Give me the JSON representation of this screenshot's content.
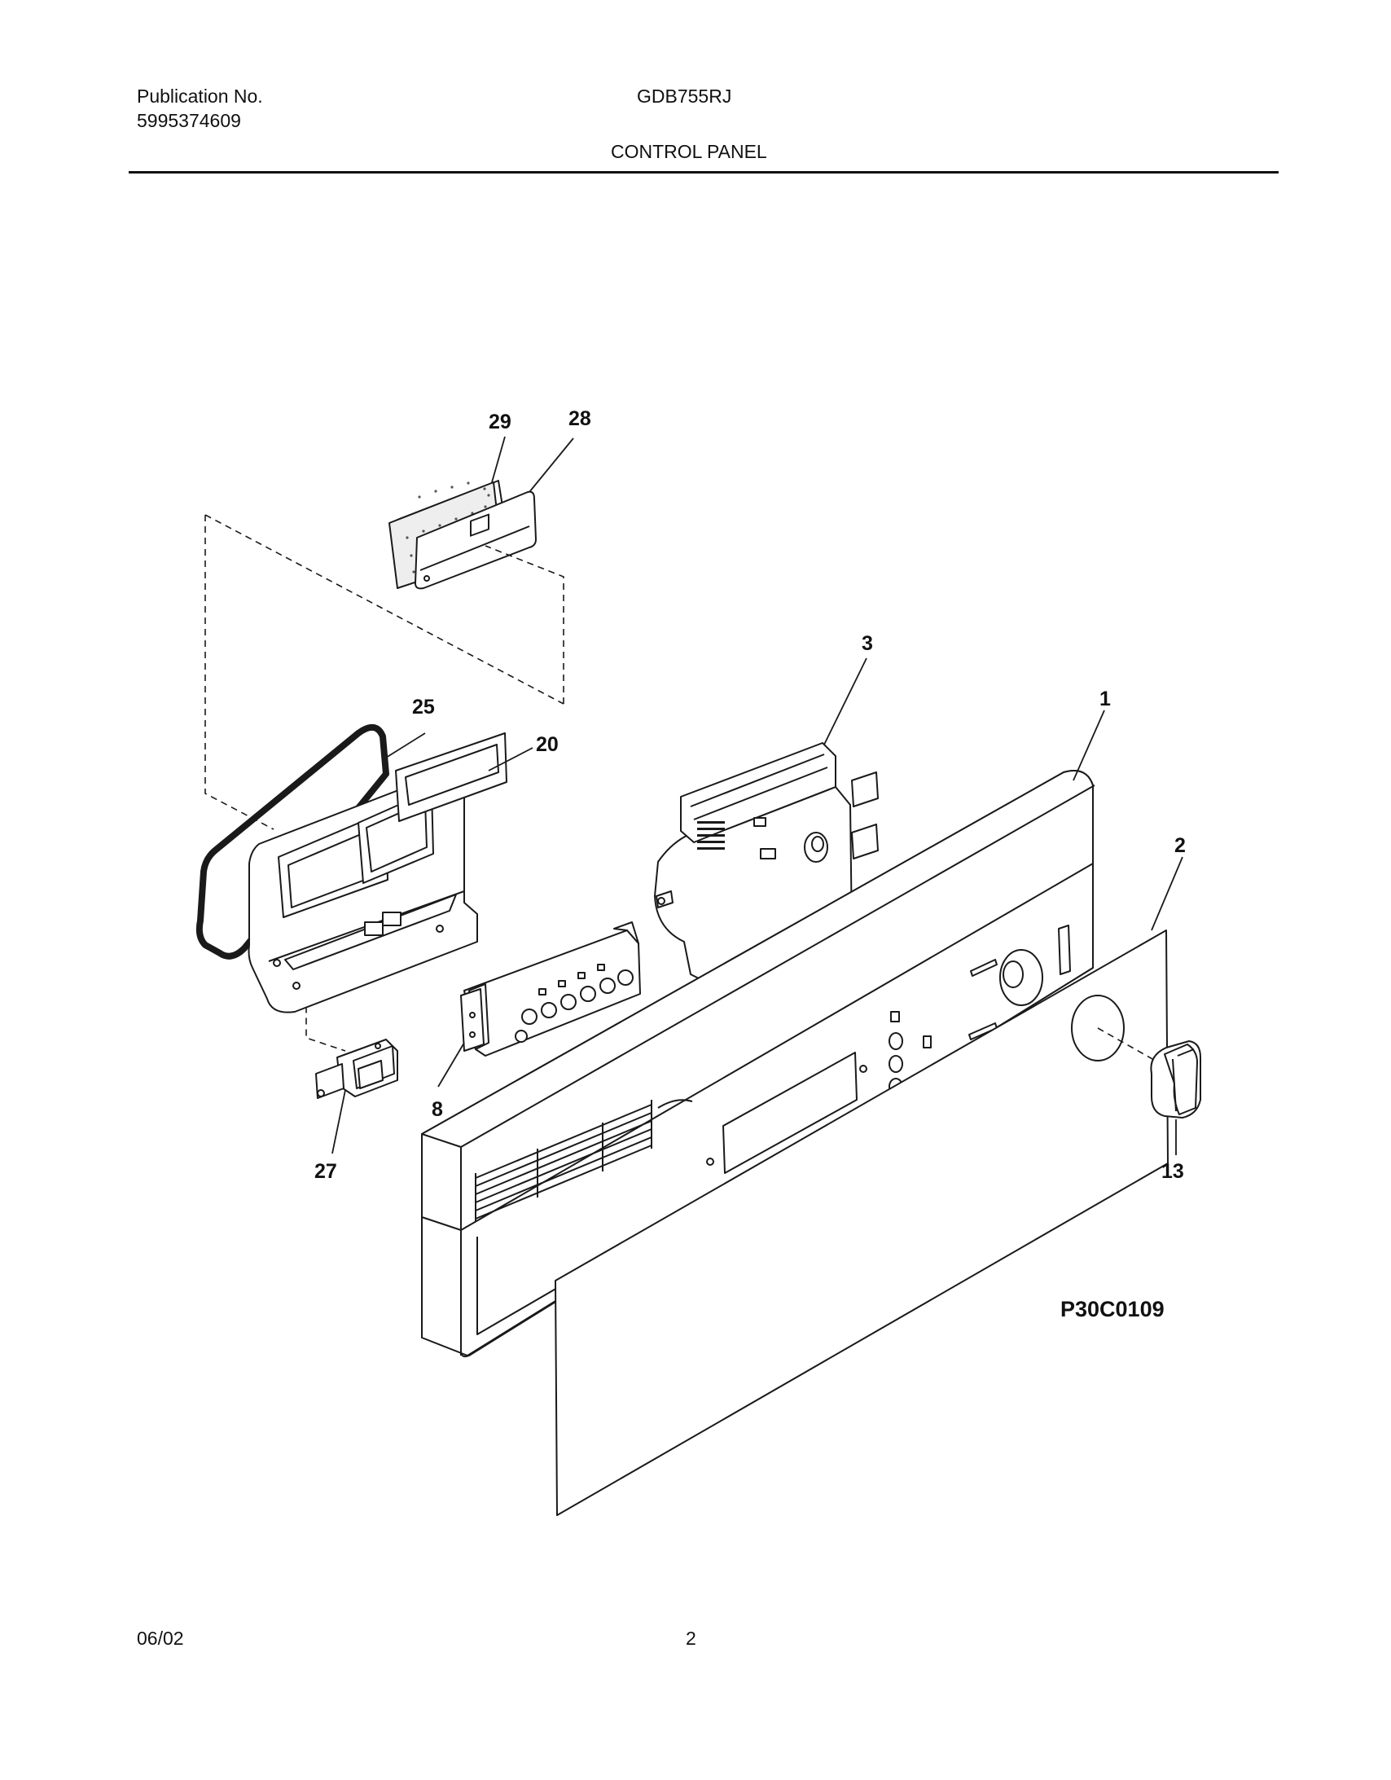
{
  "header": {
    "publication_label": "Publication No.",
    "publication_number": "5995374609",
    "model": "GDB755RJ",
    "section_title": "CONTROL PANEL"
  },
  "diagram": {
    "code": "P30C0109",
    "callouts": {
      "c1": "1",
      "c2": "2",
      "c3": "3",
      "c8": "8",
      "c13": "13",
      "c20": "20",
      "c25": "25",
      "c27": "27",
      "c28": "28",
      "c29": "29"
    }
  },
  "footer": {
    "date": "06/02",
    "page": "2"
  }
}
